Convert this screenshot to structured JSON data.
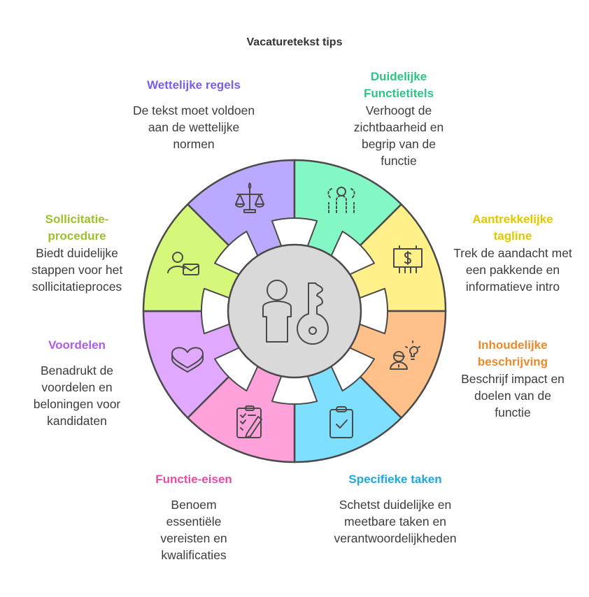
{
  "title": "Vacaturetekst tips",
  "segments": [
    {
      "title": "Wettelijke regels",
      "body": "De tekst moet voldoen aan de wettelijke normen",
      "fill": "#bba9ff",
      "text_color": "#7b5cf0",
      "icon": "scales-icon"
    },
    {
      "title": "Duidelijke Functietitels",
      "body": "Verhoogt de zichtbaarheid en begrip van de functie",
      "fill": "#83f7c4",
      "text_color": "#2cc583",
      "icon": "people-icon"
    },
    {
      "title": "Aantrekkelijke tagline",
      "body": "Trek de aandacht met een pakkende en informatieve intro",
      "fill": "#fff08a",
      "text_color": "#e2c600",
      "icon": "billboard-icon"
    },
    {
      "title": "Inhoudelijke beschrijving",
      "body": "Beschrijf impact en doelen van de functie",
      "fill": "#ffc08a",
      "text_color": "#ea8a2c",
      "icon": "person-idea-icon"
    },
    {
      "title": "Specifieke taken",
      "body": "Schetst duidelijke en meetbare taken en verantwoordelijkheden",
      "fill": "#7fdfff",
      "text_color": "#1ba9e0",
      "icon": "clipboard-check-icon"
    },
    {
      "title": "Functie-eisen",
      "body": "Benoem essentiële vereisten en kwalificaties",
      "fill": "#ffa1db",
      "text_color": "#e64ea5",
      "icon": "checklist-pencil-icon"
    },
    {
      "title": "Voordelen",
      "body": "Benadrukt de voordelen en beloningen voor kandidaten",
      "fill": "#e1a8ff",
      "text_color": "#b05ce8",
      "icon": "heart-box-icon"
    },
    {
      "title": "Sollicitatie-procedure",
      "body": "Biedt duidelijke stappen voor het sollicitatieproces",
      "fill": "#d5f77a",
      "text_color": "#9bc22b",
      "icon": "person-mail-icon"
    }
  ],
  "center": {
    "fill": "#d9d9d9",
    "icon": "person-key-icon"
  },
  "stroke": "#4a4a4a"
}
